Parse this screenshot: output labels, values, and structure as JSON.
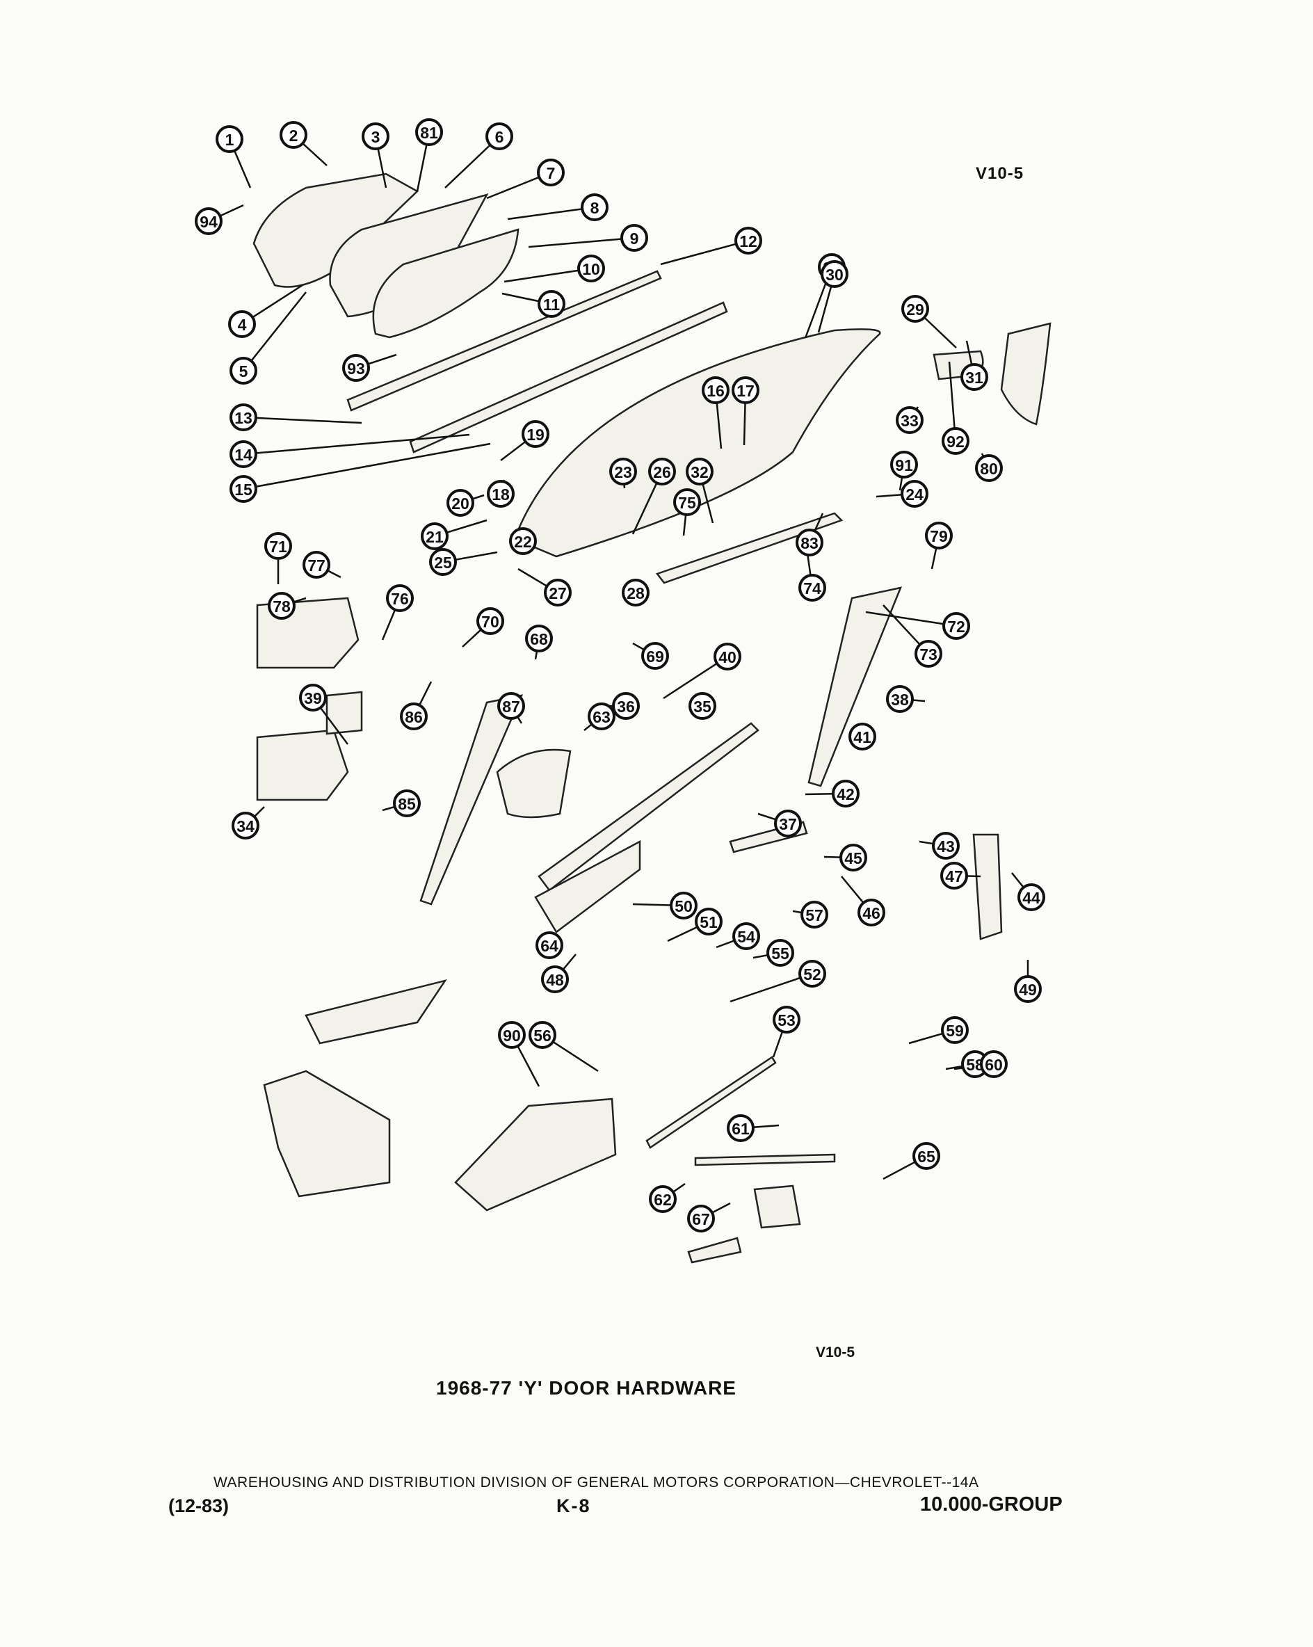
{
  "diagram_codes": {
    "top_right": "V10-5",
    "bottom": "V10-5"
  },
  "title": "1968-77 'Y' DOOR HARDWARE",
  "footer": {
    "division": "WAREHOUSING AND DISTRIBUTION DIVISION OF GENERAL MOTORS CORPORATION—CHEVROLET--14A",
    "date": "(12-83)",
    "page": "K-8",
    "group": "10.000-GROUP"
  },
  "callouts": [
    "1",
    "2",
    "3",
    "81",
    "6",
    "7",
    "8",
    "9",
    "12",
    "10",
    "11",
    "94",
    "4",
    "5",
    "93",
    "13",
    "14",
    "15",
    "16",
    "17",
    "19",
    "18",
    "20",
    "21",
    "22",
    "24",
    "25",
    "23",
    "26",
    "32",
    "27",
    "28",
    "83",
    "84",
    "29",
    "30",
    "31",
    "33",
    "92",
    "80",
    "91",
    "75",
    "74",
    "73",
    "72",
    "79",
    "71",
    "77",
    "78",
    "76",
    "70",
    "68",
    "69",
    "40",
    "39",
    "86",
    "85",
    "34",
    "87",
    "36",
    "63",
    "35",
    "37",
    "38",
    "41",
    "42",
    "43",
    "44",
    "45",
    "46",
    "47",
    "49",
    "50",
    "64",
    "48",
    "51",
    "54",
    "55",
    "52",
    "53",
    "57",
    "90",
    "56",
    "59",
    "58",
    "60",
    "61",
    "62",
    "65",
    "67"
  ]
}
